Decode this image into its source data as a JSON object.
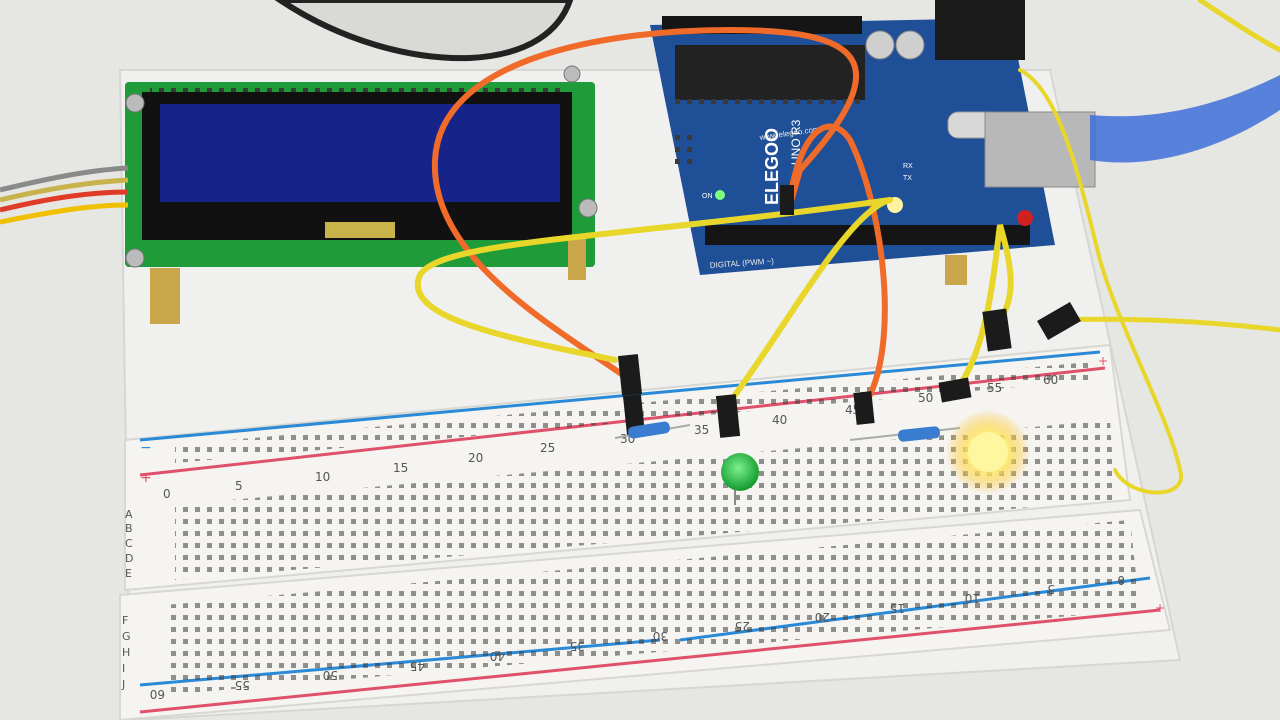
{
  "scene": {
    "description_visible_text_only": true
  },
  "arduino": {
    "brand": "ELEGOO",
    "model": "UNO R3",
    "site": "www.elegoo.com",
    "on_label": "ON",
    "tx_label": "TX",
    "rx_label": "RX",
    "header_label": "DIGITAL (PWM ~)",
    "board_color": "#1f4f96"
  },
  "lcd": {
    "screen_color": "#16248a",
    "pcb_color": "#1f9b3a"
  },
  "breadboard": {
    "top_numbers": [
      "0",
      "5",
      "10",
      "15",
      "20",
      "25",
      "30",
      "35",
      "40",
      "45",
      "50",
      "55",
      "60"
    ],
    "rows_top": [
      "A",
      "B",
      "C",
      "D",
      "E"
    ],
    "rows_bottom": [
      "F",
      "G",
      "H",
      "I",
      "J"
    ],
    "bottom_numbers": [
      "60",
      "55",
      "50",
      "45",
      "40",
      "35",
      "30",
      "25",
      "20",
      "15",
      "10",
      "5",
      "0"
    ],
    "plus": "+",
    "minus": "−"
  },
  "leds": {
    "green_color": "#22c44a",
    "yellow_color": "#fff6a0"
  }
}
